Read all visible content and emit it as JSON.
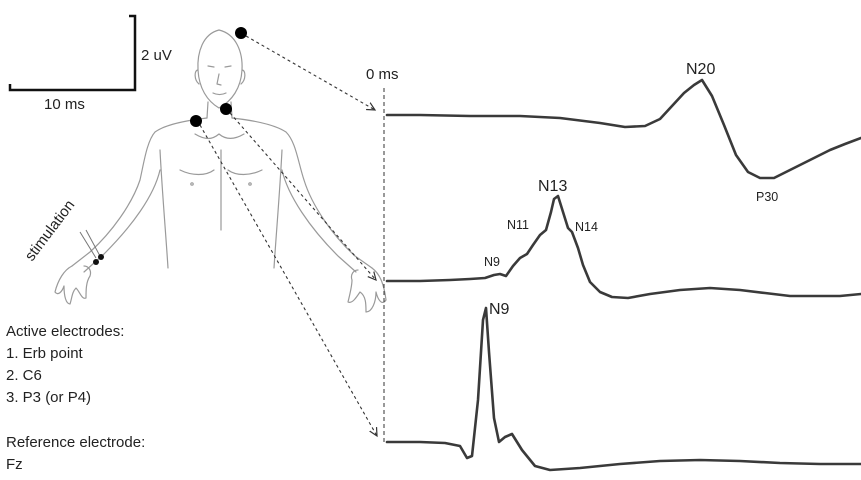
{
  "scale_bar": {
    "vertical_label": "2 uV",
    "horizontal_label": "10 ms"
  },
  "time_zero_label": "0 ms",
  "stimulation_label": "stimulation",
  "traces": [
    {
      "peaks": [
        "N20",
        "P30"
      ]
    },
    {
      "peaks": [
        "N9",
        "N11",
        "N13",
        "N14"
      ]
    },
    {
      "peaks": [
        "N9"
      ]
    }
  ],
  "legend": {
    "active_title": "Active electrodes:",
    "active_items": [
      "1. Erb point",
      "2. C6",
      "3. P3 (or P4)"
    ],
    "reference_title": "Reference electrode:",
    "reference_value": "Fz"
  },
  "colors": {
    "ink": "#222222",
    "drawing": "#9a9a9a",
    "electrode": "#000000"
  }
}
